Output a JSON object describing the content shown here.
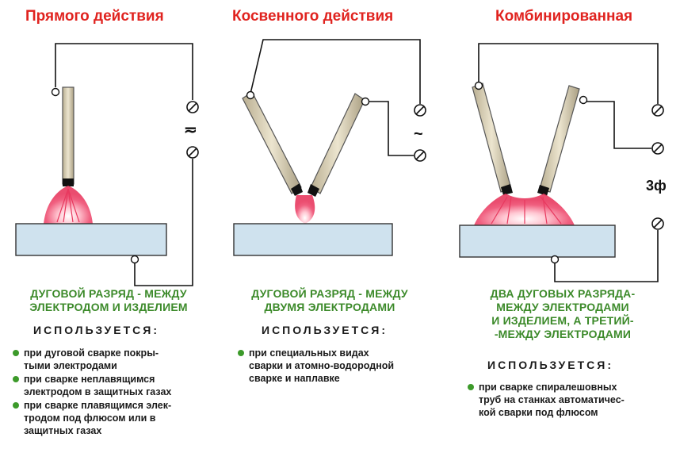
{
  "panels": [
    {
      "title": "Прямого действия",
      "description": "ДУГОВОЙ РАЗРЯД - МЕЖДУ\nЭЛЕКТРОДОМ И ИЗДЕЛИЕМ",
      "used_label": "ИСПОЛЬЗУЕТСЯ:",
      "bullets": [
        "при дуговой сварке покры-\nтыми электродами",
        "при сварке неплавящимся\nэлектродом в защитных газах",
        "при сварке плавящимся элек-\nтродом под флюсом или в\nзащитных газах"
      ],
      "current_symbol": "≂"
    },
    {
      "title": "Косвенного действия",
      "description": "ДУГОВОЙ РАЗРЯД - МЕЖДУ\nДВУМЯ ЭЛЕКТРОДАМИ",
      "used_label": "ИСПОЛЬЗУЕТСЯ:",
      "bullets": [
        "при специальных видах\nсварки и атомно-водородной\nсварке и наплавке"
      ],
      "current_symbol": "~"
    },
    {
      "title": "Комбинированная",
      "description": "ДВА ДУГОВЫХ РАЗРЯДА-\nМЕЖДУ ЭЛЕКТРОДАМИ\nИ ИЗДЕЛИЕМ, А ТРЕТИЙ-\n-МЕЖДУ ЭЛЕКТРОДАМИ",
      "used_label": "ИСПОЛЬЗУЕТСЯ:",
      "bullets": [
        "при сварке спиралешовных\nтруб на станках автоматичес-\nкой сварки под флюсом"
      ],
      "current_symbol": "3ф"
    }
  ],
  "colors": {
    "title": "#e0231f",
    "description": "#3c8a2a",
    "bullet": "#3c9a2a",
    "plate_fill": "#cfe2ee",
    "electrode_fill": "#d9d1b8",
    "arc": "#f06080"
  }
}
